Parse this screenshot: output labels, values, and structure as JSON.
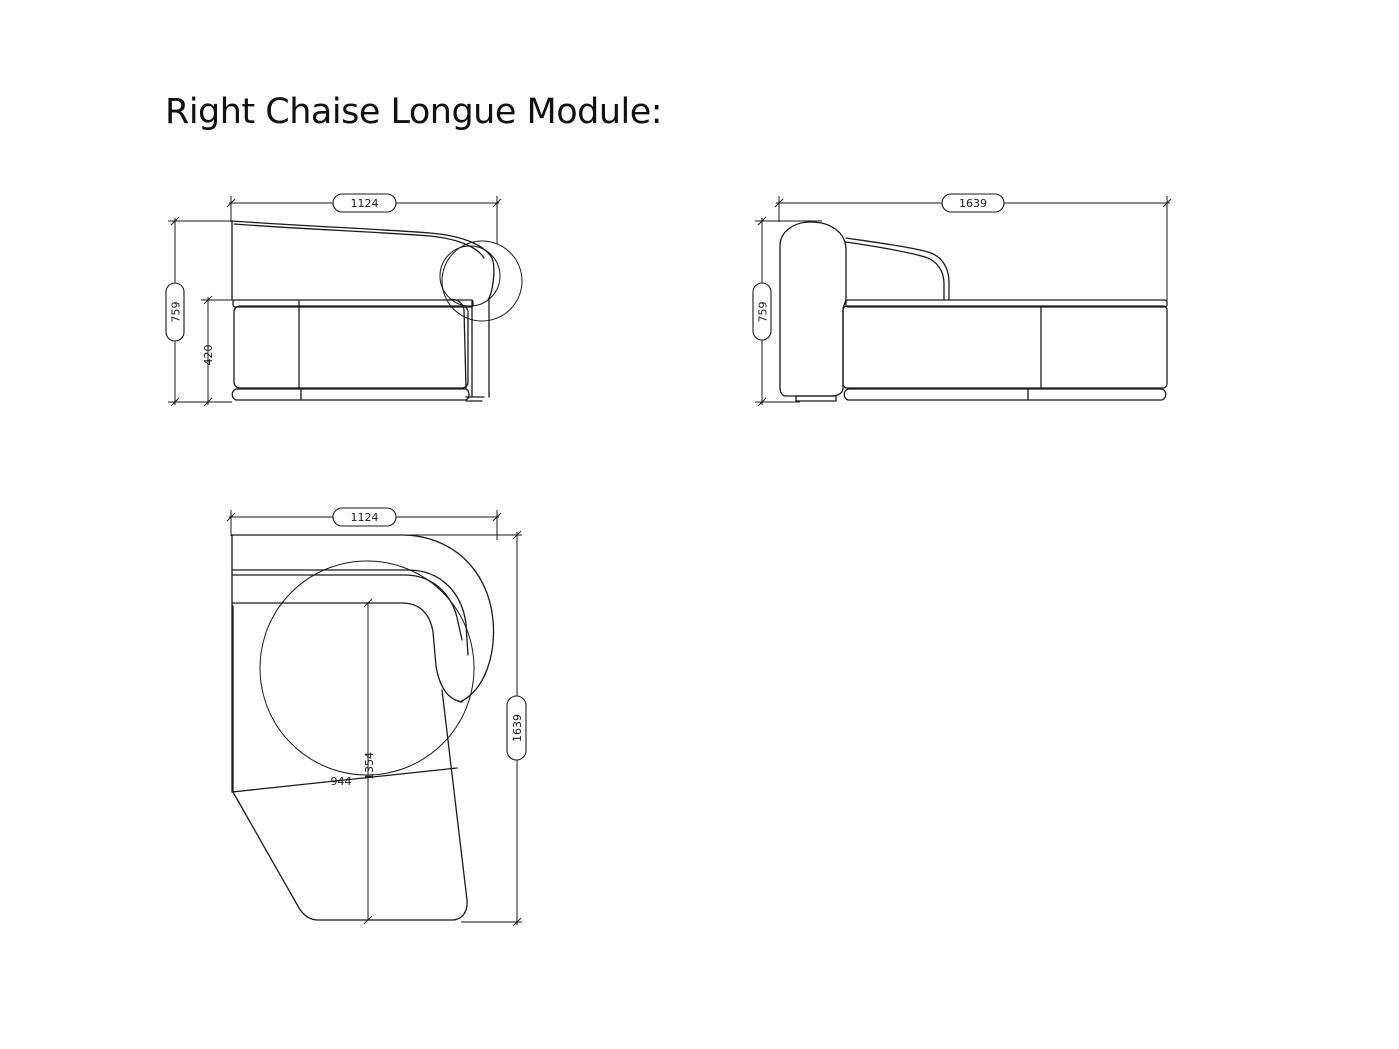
{
  "title": "Right Chaise Longue Module:",
  "views": {
    "front": {
      "width_label": "1124",
      "height_label": "759",
      "seat_height_label": "420"
    },
    "side": {
      "length_label": "1639",
      "height_label": "759"
    },
    "top": {
      "width_label": "1124",
      "length_label": "1639",
      "diagonal_label": "944",
      "inner_length_label": "1354"
    }
  },
  "colors": {
    "line": "#1a1a1a",
    "background": "#ffffff"
  }
}
